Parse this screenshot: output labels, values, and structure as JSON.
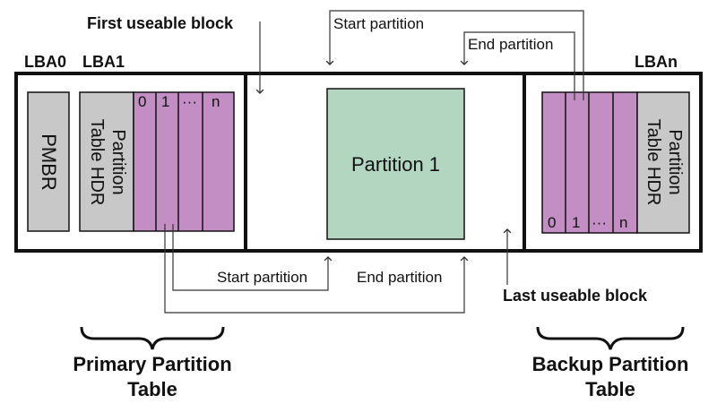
{
  "labels": {
    "lba0": "LBA0",
    "lba1": "LBA1",
    "lban": "LBAn",
    "first_useable": "First useable block",
    "last_useable": "Last useable block",
    "start_partition_top": "Start partition",
    "end_partition_top": "End partition",
    "start_partition_bottom": "Start partition",
    "end_partition_bottom": "End partition",
    "pmbr": "PMBR",
    "hdr_primary_line1": "Partition",
    "hdr_primary_line2": "Table HDR",
    "hdr_backup_line1": "Partition",
    "hdr_backup_line2": "Table HDR",
    "partition1": "Partition 1",
    "primary_caption_line1": "Primary Partition",
    "primary_caption_line2": "Table",
    "backup_caption_line1": "Backup Partition",
    "backup_caption_line2": "Table"
  },
  "entries_primary": [
    "0",
    "1",
    "···",
    "n"
  ],
  "entries_backup": [
    "0",
    "1",
    "···",
    "n"
  ],
  "colors": {
    "outline": "#111111",
    "gray_box": "#c8c8c8",
    "entries_fill": "#c38ec3",
    "partition_fill": "#b3d6c1",
    "line": "#333333"
  }
}
